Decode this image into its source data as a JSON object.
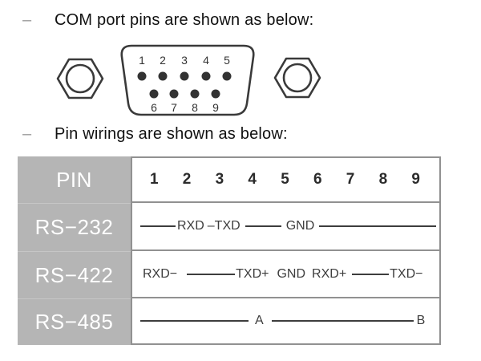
{
  "bullets": [
    {
      "marker": "–",
      "text": "COM port pins are shown as below:"
    },
    {
      "marker": "–",
      "text": "Pin wirings are shown as below:"
    }
  ],
  "connector": {
    "top_pin_labels": [
      "1",
      "2",
      "3",
      "4",
      "5"
    ],
    "bottom_pin_labels": [
      "6",
      "7",
      "8",
      "9"
    ]
  },
  "table": {
    "header": {
      "label": "PIN",
      "pins": [
        "1",
        "2",
        "3",
        "4",
        "5",
        "6",
        "7",
        "8",
        "9"
      ]
    },
    "rows": [
      {
        "name": "RS−232",
        "labels": [
          "RXD",
          "–TXD",
          "GND"
        ]
      },
      {
        "name": "RS−422",
        "labels": [
          "RXD−",
          "TXD+",
          "GND",
          "RXD+",
          "TXD−"
        ]
      },
      {
        "name": "RS−485",
        "labels": [
          "A",
          "B"
        ]
      }
    ]
  },
  "colors": {
    "table_header_bg": "#b5b5b5",
    "table_label_text": "#ffffff",
    "wire_color": "#3d3d3d",
    "border_color": "#919191",
    "body_text": "#111111",
    "bullet_marker": "#999999",
    "connector_stroke": "#3a3a3a"
  }
}
